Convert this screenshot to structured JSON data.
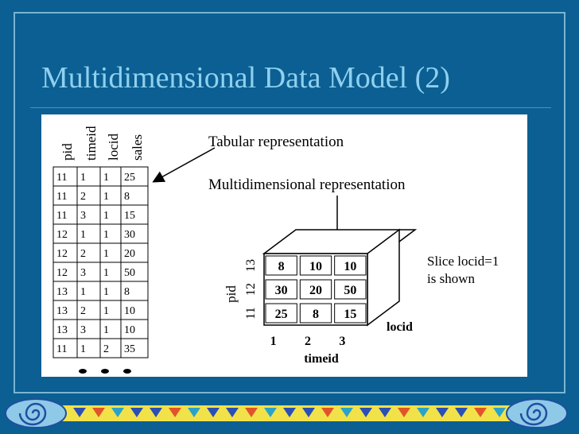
{
  "slide": {
    "title": "Multidimensional Data Model (2)"
  },
  "table": {
    "columns": [
      "pid",
      "timeid",
      "locid",
      "sales"
    ],
    "rows": [
      [
        "11",
        "1",
        "1",
        "25"
      ],
      [
        "11",
        "2",
        "1",
        "8"
      ],
      [
        "11",
        "3",
        "1",
        "15"
      ],
      [
        "12",
        "1",
        "1",
        "30"
      ],
      [
        "12",
        "2",
        "1",
        "20"
      ],
      [
        "12",
        "3",
        "1",
        "50"
      ],
      [
        "13",
        "1",
        "1",
        "8"
      ],
      [
        "13",
        "2",
        "1",
        "10"
      ],
      [
        "13",
        "3",
        "1",
        "10"
      ],
      [
        "11",
        "1",
        "2",
        "35"
      ]
    ]
  },
  "labels": {
    "tabular": "Tabular representation",
    "multidim": "Multidimensional representation",
    "slice_line1": "Slice locid=1",
    "slice_line2": "is shown"
  },
  "cube": {
    "grid": [
      [
        "8",
        "10",
        "10"
      ],
      [
        "30",
        "20",
        "50"
      ],
      [
        "25",
        "8",
        "15"
      ]
    ],
    "pid_axis_label": "pid",
    "pid_ticks": [
      "13",
      "12",
      "11"
    ],
    "time_axis_label": "timeid",
    "time_ticks": [
      "1",
      "2",
      "3"
    ],
    "loc_axis_label": "locid"
  }
}
